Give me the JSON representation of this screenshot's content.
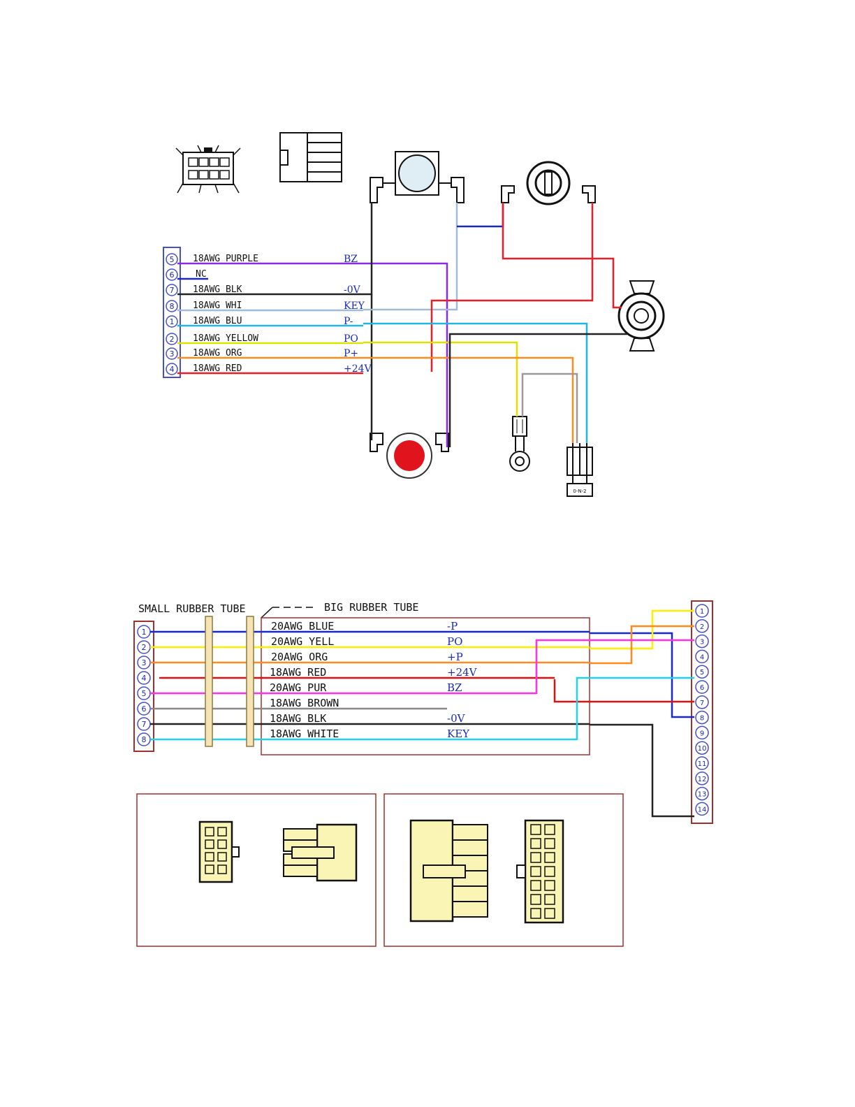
{
  "top": {
    "pins": [
      "5",
      "6",
      "7",
      "8",
      "1",
      "2",
      "3",
      "4"
    ],
    "wires": [
      {
        "label": "18AWG PURPLE",
        "signal": "BZ",
        "color": "#8a2be2"
      },
      {
        "label": "NC",
        "signal": "",
        "color": "#1a2ab8"
      },
      {
        "label": "18AWG BLK",
        "signal": "-0V",
        "color": "#222222"
      },
      {
        "label": "18AWG WHI",
        "signal": "KEY",
        "color": "#9fbcd8"
      },
      {
        "label": "18AWG BLU",
        "signal": "P-",
        "color": "#1fb6e6"
      },
      {
        "label": "18AWG YELLOW",
        "signal": "PO",
        "color": "#e0e000"
      },
      {
        "label": "18AWG ORG",
        "signal": "P+",
        "color": "#ff8a20"
      },
      {
        "label": "18AWG RED",
        "signal": "+24V",
        "color": "#ee1c24"
      }
    ],
    "meter_label": "0-N-2"
  },
  "bottom": {
    "small_tube_label": "SMALL RUBBER TUBE",
    "big_tube_label": "BIG RUBBER TUBE",
    "left_pins": [
      "1",
      "2",
      "3",
      "4",
      "5",
      "6",
      "7",
      "8"
    ],
    "right_pins": [
      "1",
      "2",
      "3",
      "4",
      "5",
      "6",
      "7",
      "8",
      "9",
      "10",
      "11",
      "12",
      "13",
      "14"
    ],
    "wires": [
      {
        "label": "20AWG BLUE",
        "signal": "-P",
        "color": "#1428e0"
      },
      {
        "label": "20AWG YELL",
        "signal": "PO",
        "color": "#ffee00"
      },
      {
        "label": "20AWG ORG",
        "signal": "+P",
        "color": "#ff8a20"
      },
      {
        "label": "18AWG RED",
        "signal": "+24V",
        "color": "#e01010"
      },
      {
        "label": "20AWG PUR",
        "signal": "BZ",
        "color": "#ff30e8"
      },
      {
        "label": "18AWG BROWN",
        "signal": "",
        "color": "#888888"
      },
      {
        "label": "18AWG BLK",
        "signal": "-0V",
        "color": "#222222"
      },
      {
        "label": "18AWG WHITE",
        "signal": "KEY",
        "color": "#20d0f0"
      }
    ]
  }
}
